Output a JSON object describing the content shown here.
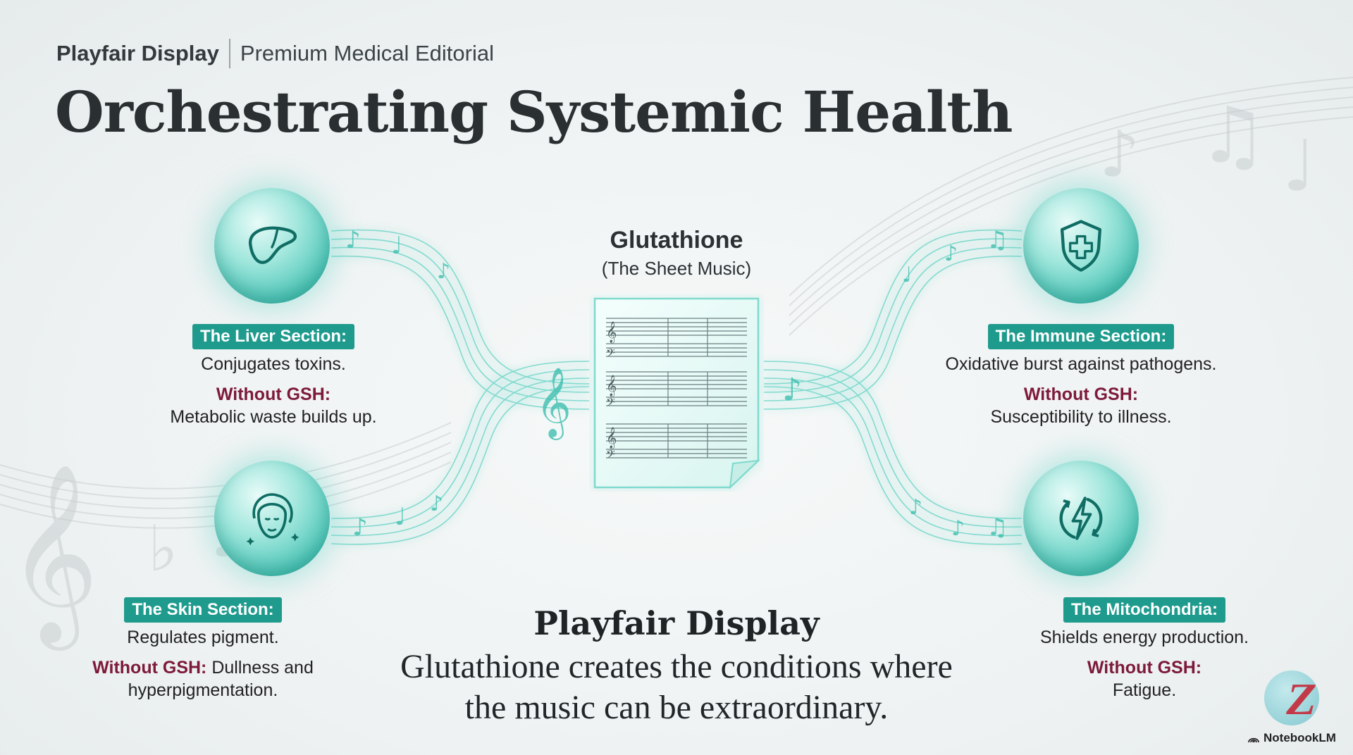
{
  "header": {
    "font_name": "Playfair Display",
    "subtitle": "Premium Medical Editorial"
  },
  "title": "Orchestrating Systemic Health",
  "center": {
    "title": "Glutathione",
    "subtitle": "(The Sheet Music)"
  },
  "sections": {
    "liver": {
      "icon": "liver-icon",
      "label": "The Liver Section:",
      "description": "Conjugates toxins.",
      "without_label": "Without GSH:",
      "without_text": "Metabolic waste builds up."
    },
    "immune": {
      "icon": "shield-cross-icon",
      "label": "The Immune Section:",
      "description": "Oxidative burst against pathogens.",
      "without_label": "Without GSH:",
      "without_text": "Susceptibility to illness."
    },
    "skin": {
      "icon": "face-icon",
      "label": "The Skin Section:",
      "description": "Regulates pigment.",
      "without_label": "Without GSH:",
      "without_text_1": "Dullness and",
      "without_text_2": "hyperpigmentation."
    },
    "mitochondria": {
      "icon": "energy-bolt-icon",
      "label": "The Mitochondria:",
      "description": "Shields energy production.",
      "without_label": "Without GSH:",
      "without_text": "Fatigue."
    }
  },
  "footer": {
    "font_name": "Playfair Display",
    "line1": "Glutathione creates the conditions where",
    "line2": "the music can be extraordinary."
  },
  "branding": {
    "logo_letter": "Z",
    "label": "NotebookLM"
  },
  "colors": {
    "accent": "#1f9b8e",
    "accent_light": "#5fd3c5",
    "warning": "#7d1a3a",
    "text": "#2b2f31"
  }
}
